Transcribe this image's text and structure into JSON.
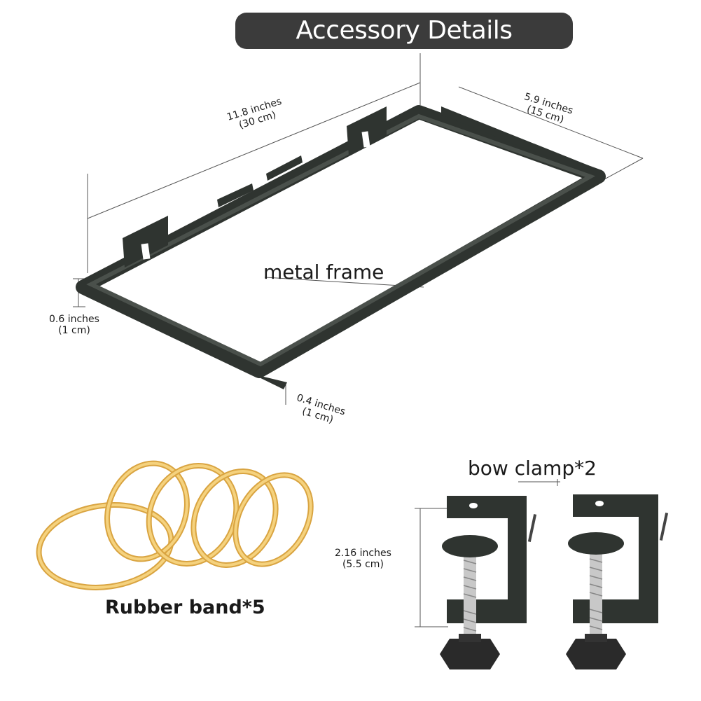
{
  "title": "Accessory Details",
  "frame": {
    "label": "metal frame",
    "length": {
      "line1": "11.8 inches",
      "line2": "(30 cm)"
    },
    "width": {
      "line1": "5.9 inches",
      "line2": "(15 cm)"
    },
    "height": {
      "line1": "0.6 inches",
      "line2": "(1 cm)"
    },
    "lip": {
      "line1": "0.4 inches",
      "line2": "(1 cm)"
    }
  },
  "rubber_band": {
    "label": "Rubber band*5"
  },
  "clamp": {
    "label": "bow clamp*2",
    "height": {
      "line1": "2.16 inches",
      "line2": "(5.5 cm)"
    }
  },
  "colors": {
    "pill": "#3b3b3b",
    "frame": "#3a3f3b",
    "rubber": "#f2c66a",
    "steel": "#c8c8c8"
  }
}
